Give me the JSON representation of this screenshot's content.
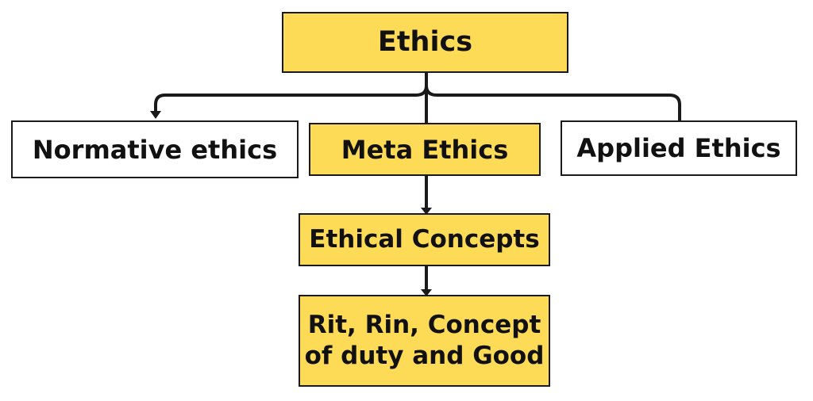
{
  "diagram": {
    "root": {
      "label": "Ethics"
    },
    "branches": {
      "normative": {
        "label": "Normative ethics"
      },
      "meta": {
        "label": "Meta Ethics"
      },
      "applied": {
        "label": "Applied Ethics"
      }
    },
    "meta_chain": {
      "concepts": {
        "label": "Ethical Concepts"
      },
      "details": {
        "lines": [
          "Rit, Rin, Concept",
          "of duty and Good"
        ]
      }
    }
  },
  "colors": {
    "highlight_fill": "#fedb57",
    "plain_fill": "#ffffff",
    "border": "#1a1a1a",
    "text": "#111111"
  }
}
